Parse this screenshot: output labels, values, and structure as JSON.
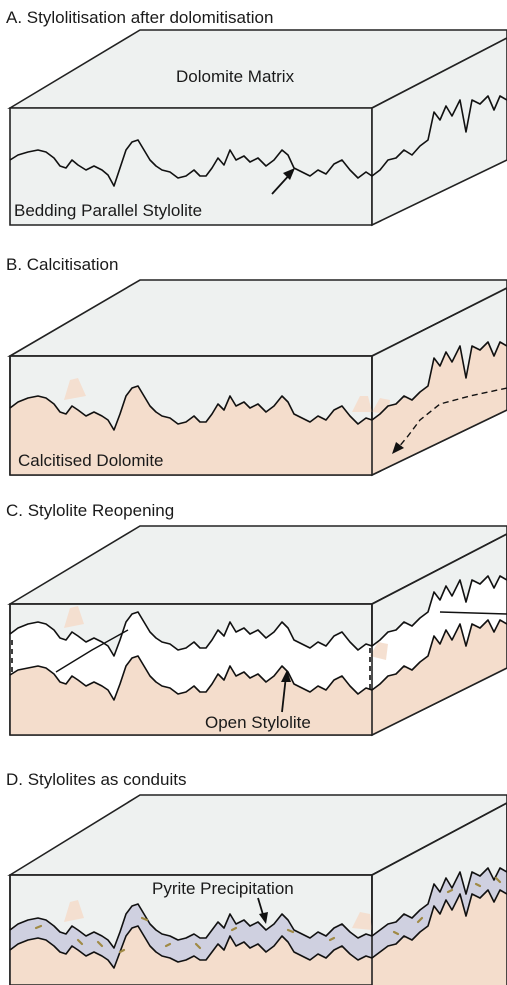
{
  "panels": [
    {
      "id": "A",
      "title": "A. Stylolitisation after dolomitisation",
      "labels": [
        "Dolomite Matrix",
        "Bedding Parallel Stylolite"
      ]
    },
    {
      "id": "B",
      "title": "B. Calcitisation",
      "labels": [
        "Calcitised Dolomite"
      ]
    },
    {
      "id": "C",
      "title": "C. Stylolite Reopening",
      "labels": [
        "Open Stylolite"
      ]
    },
    {
      "id": "D",
      "title": "D. Stylolites as conduits",
      "labels": [
        "Pyrite Precipitation"
      ]
    }
  ],
  "colors": {
    "matrix": "#eef1f0",
    "calcite": "#f4ddcc",
    "conduit": "#cfd0e0",
    "pyrite": "#a08a45",
    "line": "#1a1a1a"
  }
}
